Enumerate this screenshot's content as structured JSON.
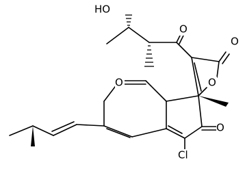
{
  "atoms": {
    "hydroxyl": "HO",
    "ketone_o": "O",
    "lactone_carbonyl_o": "O",
    "furan_o": "O",
    "pyran_o": "O",
    "enone_o": "O",
    "chloro": "Cl"
  }
}
